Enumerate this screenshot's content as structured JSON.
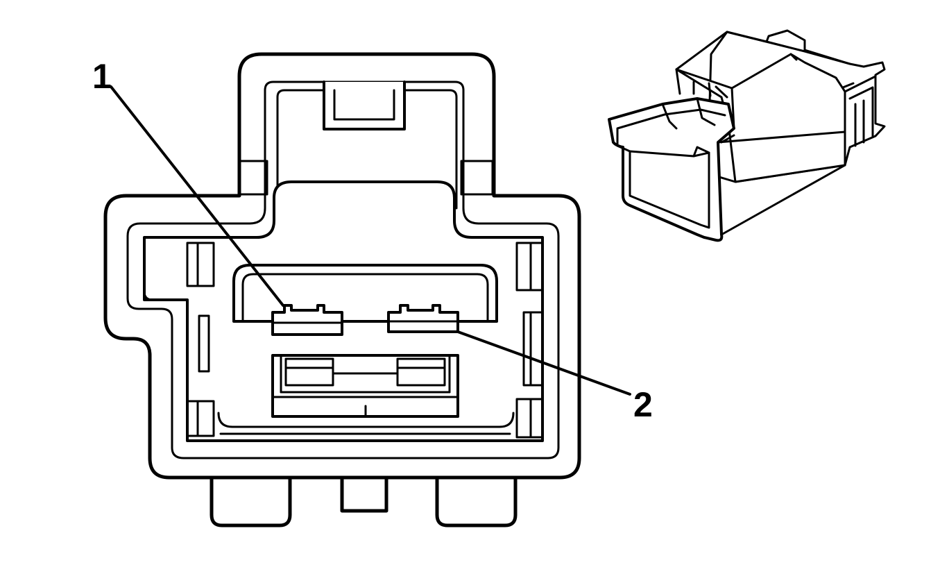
{
  "diagram": {
    "callouts": [
      {
        "id": "1",
        "label": "1",
        "target": "terminal-1"
      },
      {
        "id": "2",
        "label": "2",
        "target": "terminal-2"
      }
    ],
    "colors": {
      "line": "#000000",
      "background": "#ffffff"
    }
  }
}
